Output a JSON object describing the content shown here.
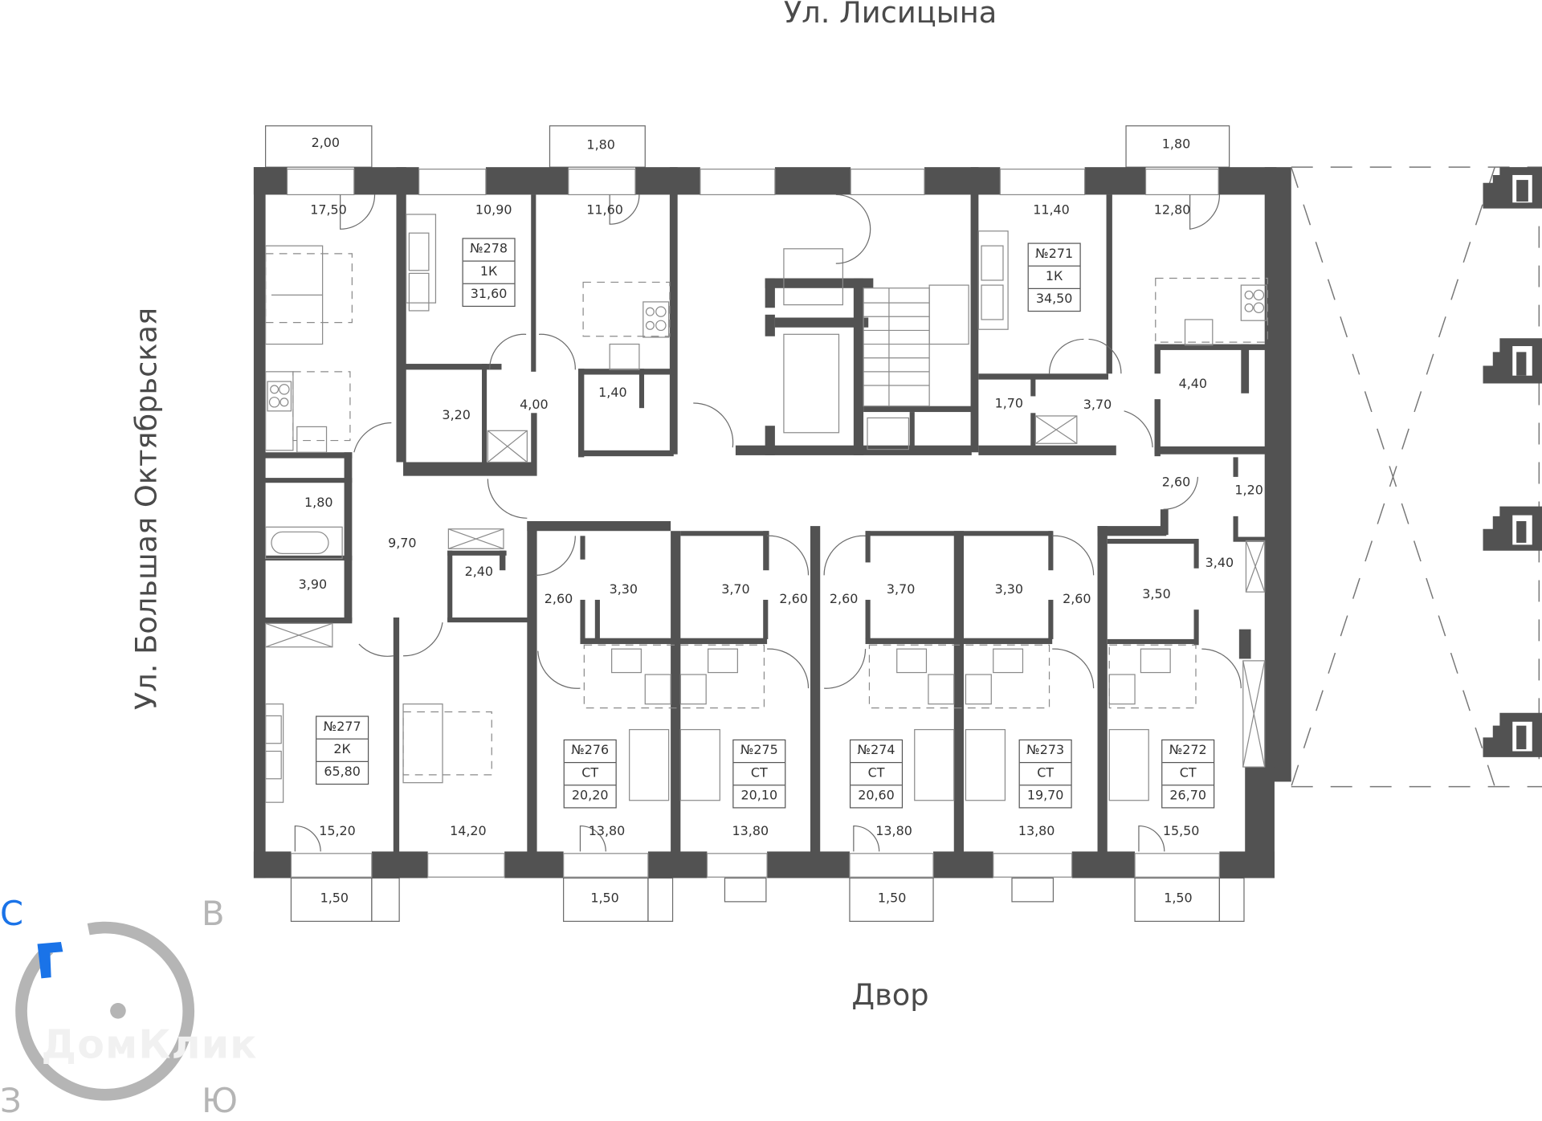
{
  "streets": {
    "top": "Ул. Лисицына",
    "left": "Ул. Большая Октябрьская",
    "bottom": "Двор"
  },
  "compass": {
    "north": "С",
    "east": "В",
    "west": "З",
    "south": "Ю",
    "north_color": "#1a73e8",
    "ring_color": "#b5b5b5"
  },
  "watermark": "ДомКлик",
  "colors": {
    "wall": "#525252",
    "text": "#333333"
  },
  "apartments": [
    {
      "number": "№278",
      "type": "1К",
      "area": "31,60"
    },
    {
      "number": "№271",
      "type": "1К",
      "area": "34,50"
    },
    {
      "number": "№277",
      "type": "2К",
      "area": "65,80"
    },
    {
      "number": "№276",
      "type": "СТ",
      "area": "20,20"
    },
    {
      "number": "№275",
      "type": "СТ",
      "area": "20,10"
    },
    {
      "number": "№274",
      "type": "СТ",
      "area": "20,60"
    },
    {
      "number": "№273",
      "type": "СТ",
      "area": "19,70"
    },
    {
      "number": "№272",
      "type": "СТ",
      "area": "26,70"
    }
  ],
  "room_areas": {
    "balcony_top_1": "2,00",
    "balcony_top_2": "1,80",
    "balcony_top_3": "1,80",
    "r_17_50": "17,50",
    "r_10_90": "10,90",
    "r_11_60": "11,60",
    "r_11_40": "11,40",
    "r_12_80": "12,80",
    "r_3_20": "3,20",
    "r_4_00": "4,00",
    "r_1_40": "1,40",
    "r_1_70": "1,70",
    "r_3_70a": "3,70",
    "r_4_40": "4,40",
    "r_1_80": "1,80",
    "r_9_70": "9,70",
    "r_3_90": "3,90",
    "r_2_40": "2,40",
    "r_2_60a": "2,60",
    "r_3_30a": "3,30",
    "r_3_70b": "3,70",
    "r_2_60b": "2,60",
    "r_2_60c": "2,60",
    "r_3_70c": "3,70",
    "r_3_30b": "3,30",
    "r_2_60d": "2,60",
    "r_3_50": "3,50",
    "r_2_60e": "2,60",
    "r_1_20": "1,20",
    "r_3_40": "3,40",
    "r_15_20": "15,20",
    "r_14_20": "14,20",
    "r_13_80a": "13,80",
    "r_13_80b": "13,80",
    "r_13_80c": "13,80",
    "r_13_80d": "13,80",
    "r_15_50": "15,50",
    "balcony_bot_1": "1,50",
    "balcony_bot_2": "1,50",
    "balcony_bot_3": "1,50",
    "balcony_bot_4": "1,50"
  }
}
